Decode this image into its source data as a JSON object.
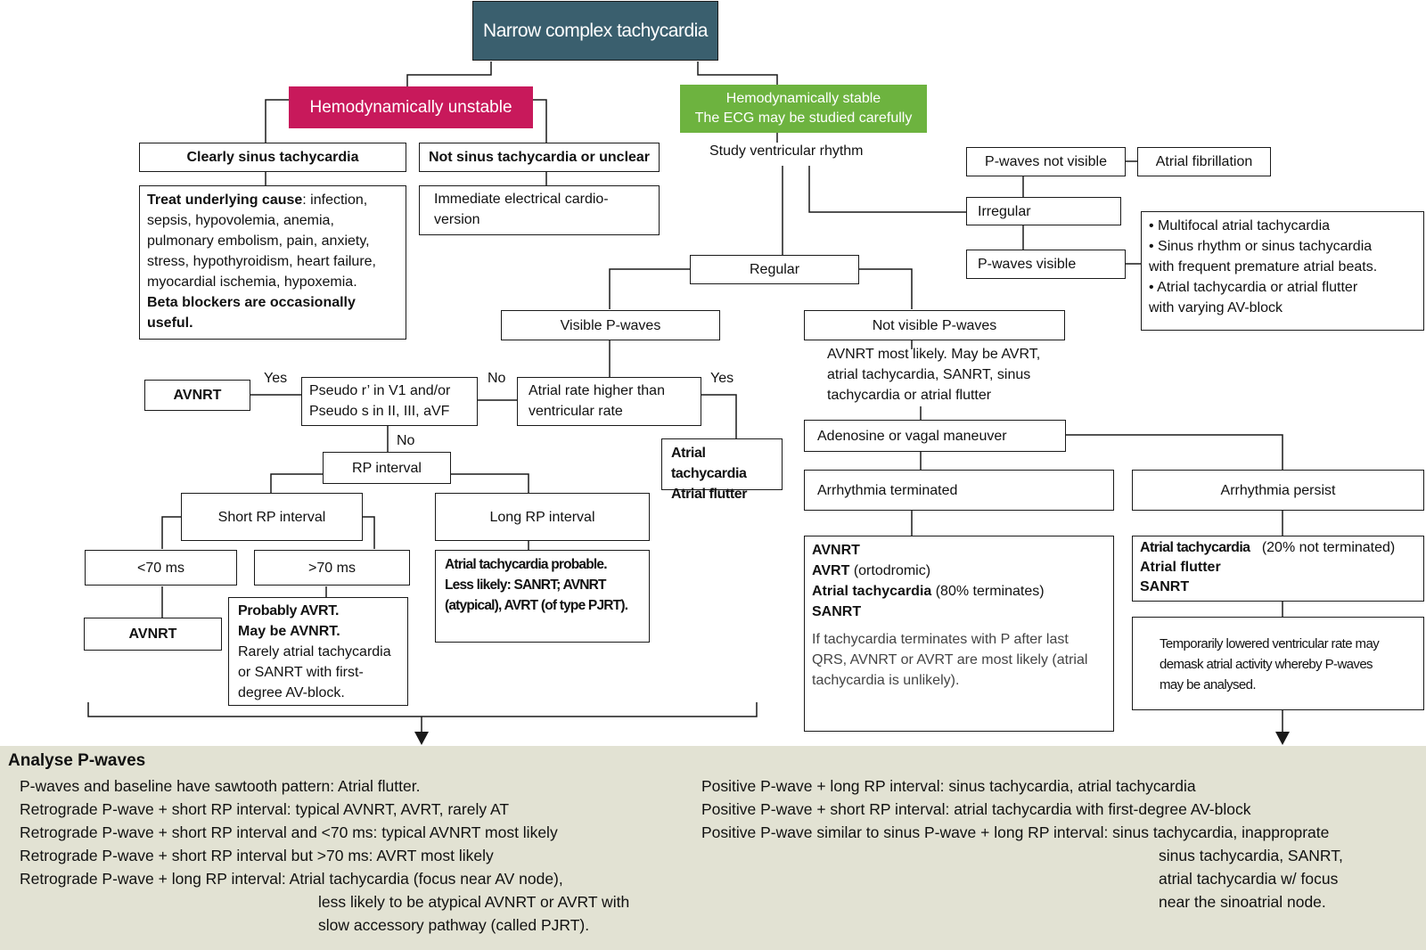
{
  "title": "Narrow complex tachycardia",
  "unstable": {
    "label": "Hemodynamically unstable",
    "clearly_sinus": "Clearly sinus tachycardia",
    "treat_bold": "Treat underlying cause",
    "treat_text": ": infection, sepsis, hypovolemia, anemia, pulmonary embolism, pain, anxiety, stress, hypothyroidism, heart failure, myocardial ischemia, hypoxemia.",
    "beta_blockers": "Beta blockers are occasionally useful.",
    "not_sinus": "Not sinus tachycardia or unclear",
    "cardioversion": "Immediate electrical cardio-version"
  },
  "stable": {
    "line1": "Hemodynamically stable",
    "line2": "The ECG may be studied carefully",
    "study": "Study ventricular rhythm"
  },
  "irregular_branch": {
    "p_not_visible": "P-waves not visible",
    "atrial_fibrillation": "Atrial fibrillation",
    "irregular": "Irregular",
    "p_visible": "P-waves visible",
    "items": [
      "• Multifocal atrial tachycardia",
      "• Sinus rhythm or sinus tachycardia",
      "with frequent premature atrial beats.",
      "• Atrial tachycardia or atrial flutter",
      "with varying AV-block"
    ]
  },
  "regular_branch": {
    "regular": "Regular",
    "visible_p": "Visible P-waves",
    "not_visible_p": "Not visible P-waves",
    "avnrt_likely": "AVNRT most likely. May be AVRT, atrial tachycardia, SANRT, sinus tachycardia or atrial flutter",
    "adenosine": "Adenosine or vagal maneuver",
    "terminated": "Arrhythmia terminated",
    "persist": "Arrhythmia persist",
    "terminated_result": {
      "l1": "AVNRT",
      "l2_b": "AVRT",
      "l2": " (ortodromic)",
      "l3_b": "Atrial tachycardia",
      "l3": " (80% terminates)",
      "l4": "SANRT",
      "note": "If tachycardia terminates with P after last QRS, AVNRT or AVRT are most likely (atrial tachycardia is unlikely)."
    },
    "persist_result": {
      "l1_b": "Atrial tachycardia",
      "l1": "(20% not terminated)",
      "l2": "Atrial flutter",
      "l3": "SANRT",
      "note": "Temporarily lowered ventricular rate may demask atrial activity whereby P-waves may be analysed."
    }
  },
  "visible_branch": {
    "yes": "Yes",
    "no": "No",
    "yes2": "Yes",
    "no2": "No",
    "avnrt": "AVNRT",
    "pseudo_l1": "Pseudo r’ in V1 and/or",
    "pseudo_l2": "Pseudo s in II, III, aVF",
    "atrial_rate_l1": "Atrial rate higher than",
    "atrial_rate_l2": "ventricular rate",
    "at_af_l1": "Atrial tachycardia",
    "at_af_l2": "Atrial flutter",
    "rp_interval": "RP interval",
    "short_rp": "Short RP interval",
    "long_rp": "Long RP interval",
    "lt70": "<70 ms",
    "gt70": ">70 ms",
    "avnrt2": "AVNRT",
    "gt70_b1": "Probably AVRT.",
    "gt70_b2": "May be AVNRT.",
    "gt70_text": "Rarely atrial tachycardia or SANRT with first-degree AV-block.",
    "long_b": "Atrial tachycardia probable.",
    "long_text": "Less likely: SANRT; AVNRT (atypical), AVRT (of type PJRT)."
  },
  "analyse": {
    "heading": "Analyse P-waves",
    "left": [
      "P-waves and baseline have sawtooth pattern: Atrial flutter.",
      "Retrograde P-wave + short RP interval: typical AVNRT, AVRT, rarely AT",
      "Retrograde P-wave + short RP interval and <70 ms: typical AVNRT most likely",
      "Retrograde P-wave + short RP interval but >70 ms: AVRT most likely",
      "Retrograde P-wave + long RP interval: Atrial tachycardia (focus near AV node),"
    ],
    "left_cont": [
      "less likely to be atypical AVNRT or AVRT with",
      "slow accessory pathway (called PJRT)."
    ],
    "right": [
      "Positive P-wave + long RP interval: sinus tachycardia, atrial tachycardia",
      "Positive P-wave + short RP interval: atrial tachycardia with first-degree AV-block",
      "Positive P-wave similar to sinus P-wave + long RP interval: sinus tachycardia, inapproprate"
    ],
    "right_cont": [
      "sinus tachycardia, SANRT,",
      "atrial tachycardia w/ focus",
      "near the sinoatrial node."
    ]
  },
  "colors": {
    "title_bg": "#3a5f6e",
    "unstable_bg": "#c8195b",
    "stable_bg": "#6db33f",
    "panel_bg": "#e2e2d3"
  }
}
